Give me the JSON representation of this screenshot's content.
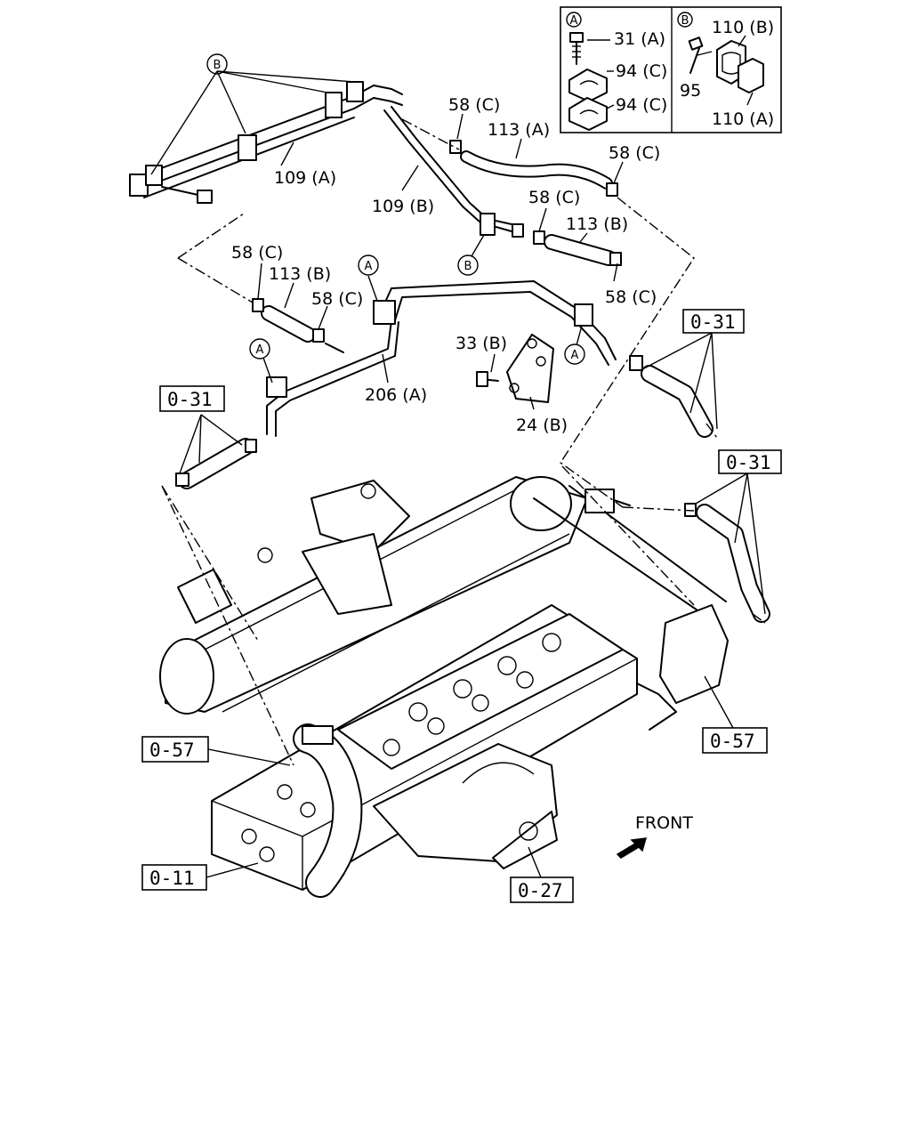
{
  "inset": {
    "a": {
      "marker": "A",
      "parts": [
        "31 (A)",
        "94 (C)",
        "94 (C)"
      ]
    },
    "b": {
      "marker": "B",
      "parts": [
        "110 (B)",
        "95",
        "110 (A)"
      ]
    }
  },
  "markers": {
    "a": "A",
    "b": "B"
  },
  "parts": {
    "p109a": "109 (A)",
    "p109b": "109 (B)",
    "p113a": "113 (A)",
    "p113b_1": "113 (B)",
    "p113b_2": "113 (B)",
    "p58c_1": "58 (C)",
    "p58c_2": "58 (C)",
    "p58c_3": "58 (C)",
    "p58c_4": "58 (C)",
    "p58c_5": "58 (C)",
    "p58c_6": "58 (C)",
    "p33b": "33 (B)",
    "p24b": "24 (B)",
    "p206a": "206 (A)"
  },
  "refs": {
    "r031_1": "0-31",
    "r031_2": "0-31",
    "r031_3": "0-31",
    "r057_1": "0-57",
    "r057_2": "0-57",
    "r011": "0-11",
    "r027": "0-27"
  },
  "front": "FRONT"
}
